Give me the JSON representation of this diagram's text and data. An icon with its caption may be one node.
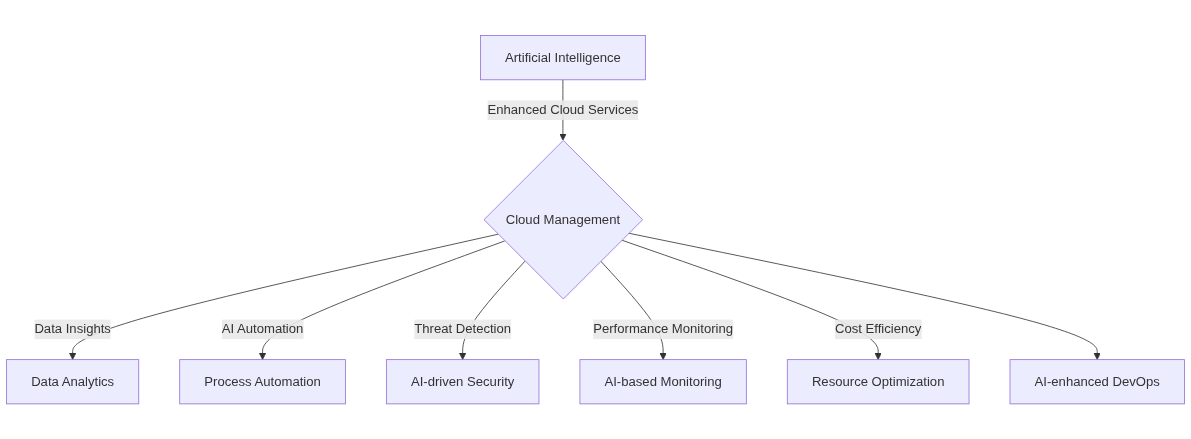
{
  "diagram": {
    "nodes": [
      {
        "text": [
          "Artificial Intelligence"
        ]
      },
      {
        "text": [
          "Cloud Management"
        ]
      },
      {
        "text": [
          "Data Analytics"
        ]
      },
      {
        "text": [
          "Process Automation"
        ]
      },
      {
        "text": [
          "AI-driven Security"
        ]
      },
      {
        "text": [
          "AI-based Monitoring"
        ]
      },
      {
        "text": [
          "Resource Optimization"
        ]
      },
      {
        "text": [
          "AI-enhanced DevOps"
        ]
      }
    ],
    "edges": [
      {
        "from": 0,
        "to": 1,
        "arrow": "to",
        "label": "Enhanced Cloud Services"
      },
      {
        "from": 1,
        "to": 2,
        "arrow": "to",
        "label": "Data Insights"
      },
      {
        "from": 1,
        "to": 3,
        "arrow": "to",
        "label": "AI Automation"
      },
      {
        "from": 1,
        "to": 4,
        "arrow": "to",
        "label": "Threat Detection"
      },
      {
        "from": 1,
        "to": 5,
        "arrow": "to",
        "label": "Performance Monitoring"
      },
      {
        "from": 1,
        "to": 6,
        "arrow": "to",
        "label": "Cost Efficiency"
      },
      {
        "from": 1,
        "to": 7,
        "arrow": "to"
      }
    ]
  }
}
